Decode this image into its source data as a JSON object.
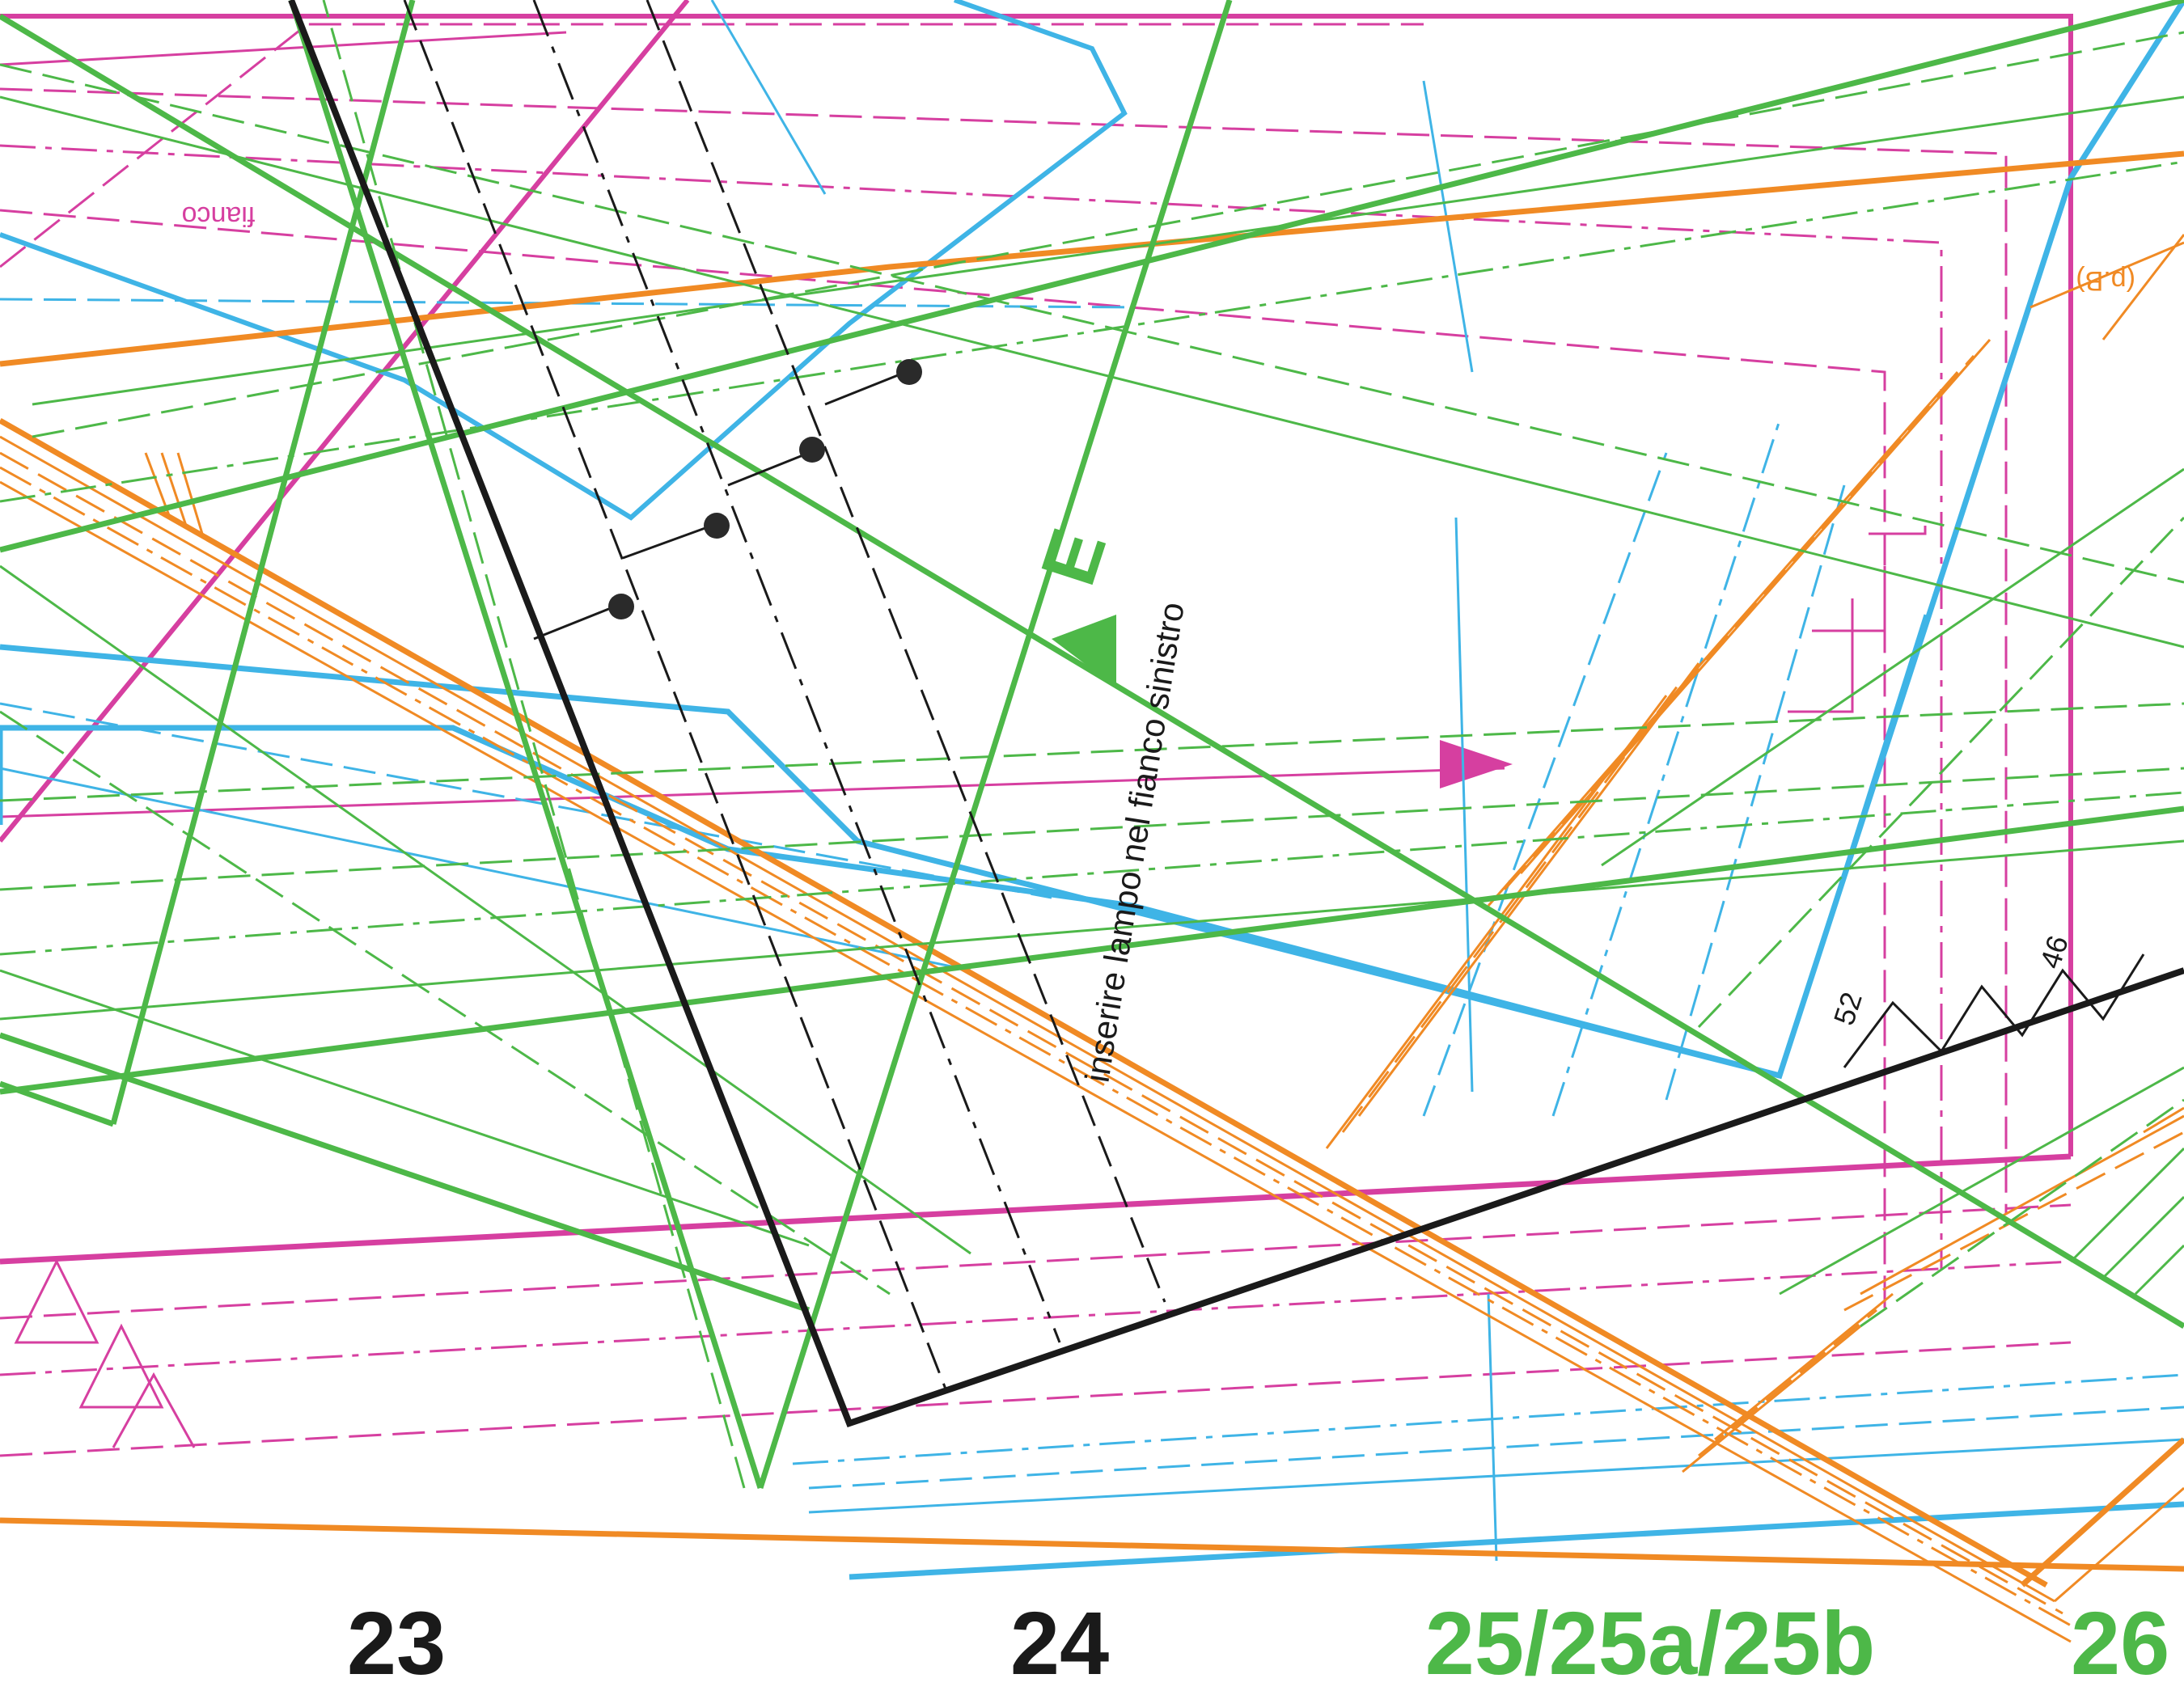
{
  "colors": {
    "black": "#1a1a1a",
    "green": "#4db848",
    "magenta": "#d63fa0",
    "blue": "#3fb4e6",
    "orange": "#f08a24"
  },
  "labels": {
    "fianco": "fianco",
    "zip_instruction": "inserire lampo nel fianco sinistro",
    "piece_letter": "E",
    "pb": "(p.B)",
    "size_52": "52",
    "size_46": "46"
  },
  "piece_numbers": {
    "n23": "23",
    "n24": "24",
    "n25": "25/25a/25b",
    "n26": "26"
  }
}
